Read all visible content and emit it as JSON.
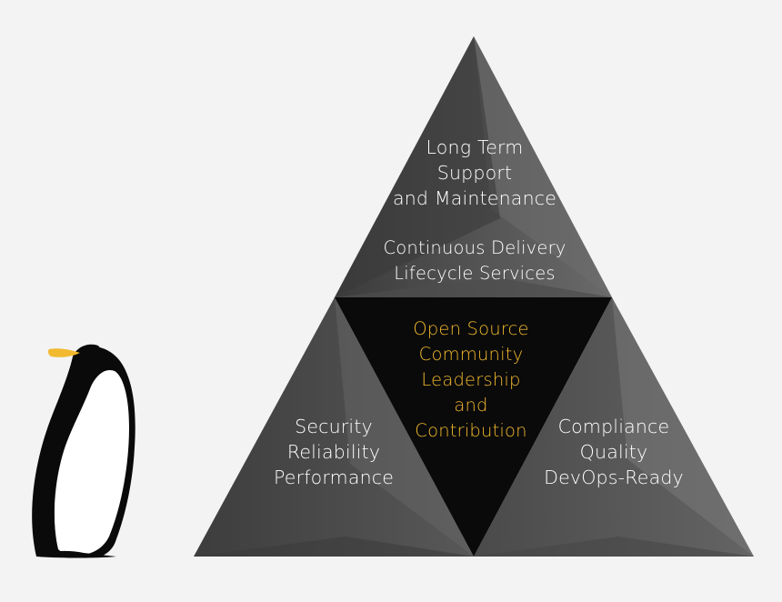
{
  "colors": {
    "background": "#f3f3f3",
    "triangle_dark": "#444444",
    "triangle_light": "#777777",
    "center": "#0a0a0a",
    "label_white": "#ffffff",
    "label_gold": "#f2b92e"
  },
  "mascot": {
    "icon": "penguin-icon"
  },
  "pyramid": {
    "top": {
      "lines": [
        "Long Term",
        "Support",
        "and Maintenance"
      ],
      "sub_lines": [
        "Continuous Delivery",
        "Lifecycle Services"
      ]
    },
    "center": {
      "lines": [
        "Open Source",
        "Community",
        "Leadership",
        "and",
        "Contribution"
      ]
    },
    "left": {
      "lines": [
        "Security",
        "Reliability",
        "Performance"
      ]
    },
    "right": {
      "lines": [
        "Compliance",
        "Quality",
        "DevOps-Ready"
      ]
    }
  }
}
